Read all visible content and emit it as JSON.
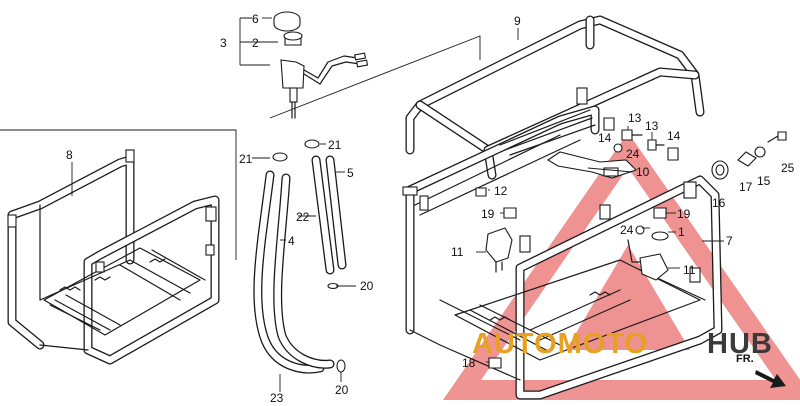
{
  "labels": {
    "p1": "1",
    "p2": "2",
    "p3": "3",
    "p4": "4",
    "p5": "5",
    "p6": "6",
    "p7": "7",
    "p8": "8",
    "p9": "9",
    "p10": "10",
    "p11a": "11",
    "p11b": "11",
    "p12": "12",
    "p13a": "13",
    "p13b": "13",
    "p14a": "14",
    "p14b": "14",
    "p15": "15",
    "p16": "16",
    "p17": "17",
    "p18": "18",
    "p19a": "19",
    "p19b": "19",
    "p20a": "20",
    "p20b": "20",
    "p21a": "21",
    "p21b": "21",
    "p22": "22",
    "p23": "23",
    "p24a": "24",
    "p24b": "24",
    "p25": "25"
  },
  "direction_label": "FR.",
  "watermark": {
    "part_a": "AUTOMOTO",
    "part_b": "HUB"
  },
  "colors": {
    "line": "#1a1a1a",
    "watermark_red": "#e23a3a",
    "watermark_orange": "#e7a020",
    "watermark_gray": "#3a3a3a"
  },
  "icons": [
    "front-direction-arrow-icon",
    "warning-triangle-logo-icon"
  ]
}
